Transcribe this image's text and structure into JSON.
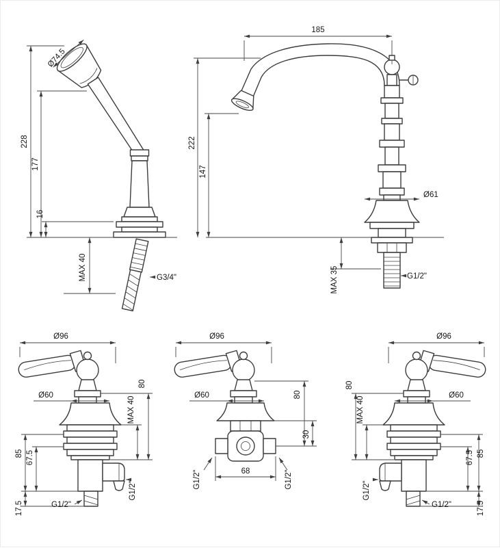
{
  "style": {
    "background": "#ffffff",
    "line_color": "#3c3c3c",
    "dimension_color": "#454545",
    "text_color": "#161616"
  },
  "handshower": {
    "head_diameter": "Ø74.5",
    "total_height": "228",
    "body_height": "177",
    "flange_height": "16",
    "max_wall": "MAX 40",
    "thread": "G3/4\""
  },
  "spout": {
    "reach": "185",
    "total_height": "222",
    "spout_height": "147",
    "base_diameter": "Ø61",
    "max_deck": "MAX 35",
    "thread": "G1/2\""
  },
  "valve_left": {
    "handle_diameter": "Ø96",
    "escutcheon_diameter": "Ø60",
    "max_wall": "MAX 40",
    "height": "80",
    "depth_total": "85",
    "depth_body": "67.5",
    "tail_length": "17.5",
    "inlet_thread": "G1/2\"",
    "outlet_thread": "G1/2\""
  },
  "valve_middle": {
    "handle_diameter": "Ø96",
    "escutcheon_diameter": "Ø60",
    "height": "80",
    "depth": "30",
    "width": "68",
    "left_thread": "G1/2\"",
    "right_thread": "G1/2\""
  },
  "valve_right": {
    "handle_diameter": "Ø96",
    "escutcheon_diameter": "Ø60",
    "max_wall": "MAX 40",
    "height": "80",
    "depth_total": "85",
    "depth_body": "67.5",
    "tail_length": "17.5",
    "inlet_thread": "G1/2\"",
    "outlet_thread": "G1/2\""
  }
}
